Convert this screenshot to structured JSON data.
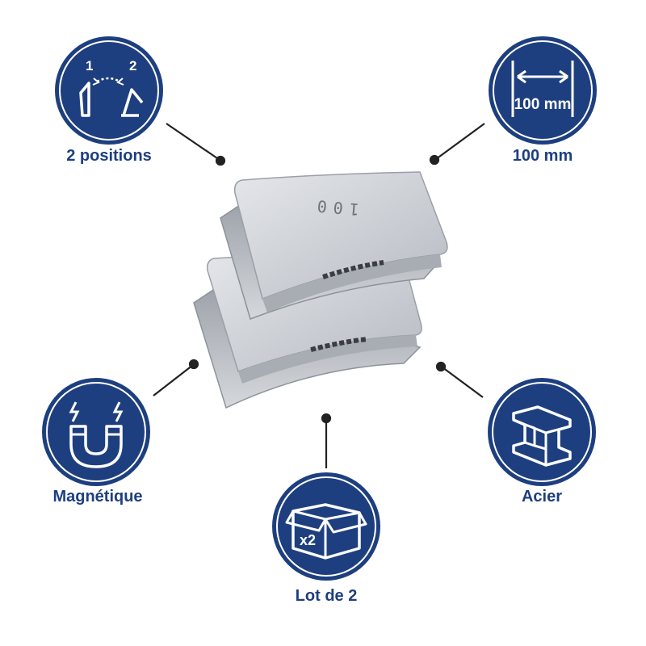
{
  "colors": {
    "brand": "#1e3f7f",
    "badge_ring": "#ffffff",
    "steel": "#c9ccd2"
  },
  "features": {
    "positions": {
      "label": "2 positions",
      "icon": "hinge-positions-icon",
      "num_1": "1",
      "num_2": "2"
    },
    "width": {
      "label": "100 mm",
      "icon": "width-measure-icon",
      "value_text": "100 mm"
    },
    "magnetic": {
      "label": "Magnétique",
      "icon": "magnet-icon"
    },
    "steel": {
      "label": "Acier",
      "icon": "steel-beam-icon"
    },
    "pack": {
      "label": "Lot de 2",
      "icon": "box-icon",
      "count_text": "x2"
    }
  },
  "product": {
    "engraving": "100"
  }
}
